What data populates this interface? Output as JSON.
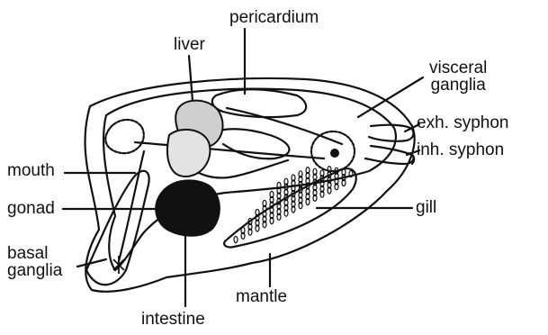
{
  "labels": {
    "pericardium": "pericardium",
    "liver": "liver",
    "visceral_ganglia": [
      "visceral",
      "ganglia"
    ],
    "exh_syphon": "exh. syphon",
    "inh_syphon": "inh. syphon",
    "mouth": "mouth",
    "gonad": "gonad",
    "gill": "gill",
    "basal_ganglia": [
      "basal",
      "ganglia"
    ],
    "mantle": "mantle",
    "intestine": "intestine"
  },
  "colors": {
    "ink": "#111111",
    "background": "#ffffff"
  }
}
